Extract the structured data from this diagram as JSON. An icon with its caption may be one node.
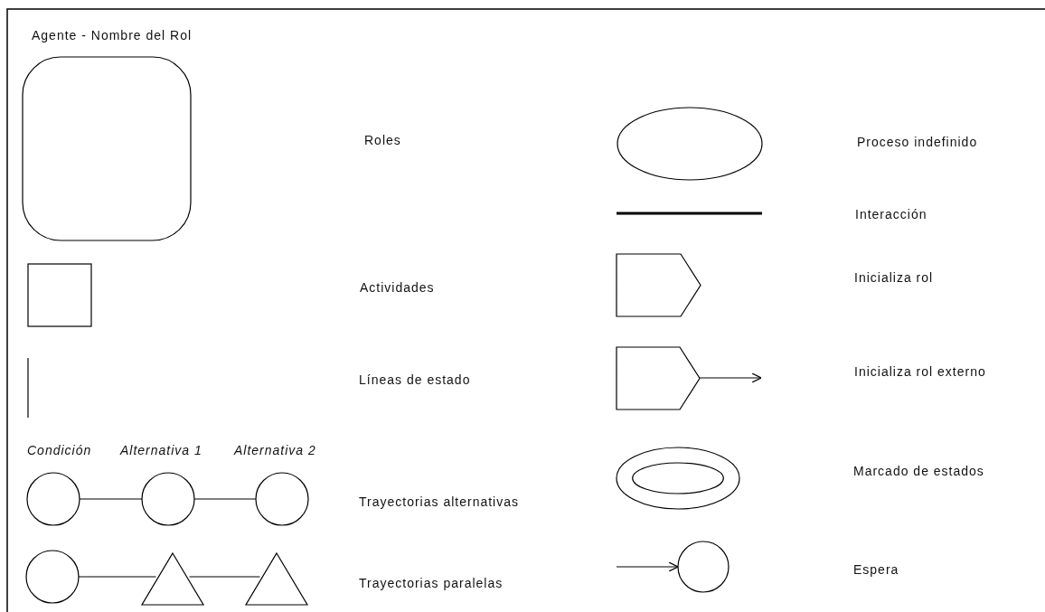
{
  "diagram": {
    "nodes": [
      {
        "text": [
          "Agente - Nombre del Rol"
        ]
      },
      {
        "text": [],
        "shape": "ellipse"
      },
      {
        "text": [],
        "shape": "box"
      },
      {
        "text": [],
        "shape": "pentagon"
      },
      {
        "text": [],
        "shape": "pentagon"
      },
      {
        "text": [],
        "shape": "ellipse"
      },
      {
        "text": [],
        "shape": "circle"
      },
      {
        "text": [],
        "shape": "circle"
      },
      {
        "text": [],
        "shape": "circle"
      },
      {
        "text": [],
        "shape": "circle"
      },
      {
        "text": [],
        "shape": "triangle"
      },
      {
        "text": [],
        "shape": "triangle"
      },
      {
        "text": [],
        "shape": "circle"
      }
    ],
    "edges": [
      {
        "from": 6,
        "to": 7,
        "arrow": "none"
      },
      {
        "from": 7,
        "to": 8,
        "arrow": "none"
      },
      {
        "from": 9,
        "to": 10,
        "arrow": "none"
      },
      {
        "from": 10,
        "to": 11,
        "arrow": "none"
      },
      {
        "from": 4,
        "to": null,
        "arrow": "to"
      },
      {
        "from": null,
        "to": 12,
        "arrow": "to"
      }
    ],
    "labels": [
      "Roles",
      "Proceso indefinido",
      "Interacción",
      "Actividades",
      "Inicializa rol",
      "Inicializa rol externo",
      "Líneas de estado",
      "Condición",
      "Alternativa 1",
      "Alternativa 2",
      "Marcado de estados",
      "Trayectorias alternativas",
      "Trayectorias paralelas",
      "Espera"
    ]
  }
}
